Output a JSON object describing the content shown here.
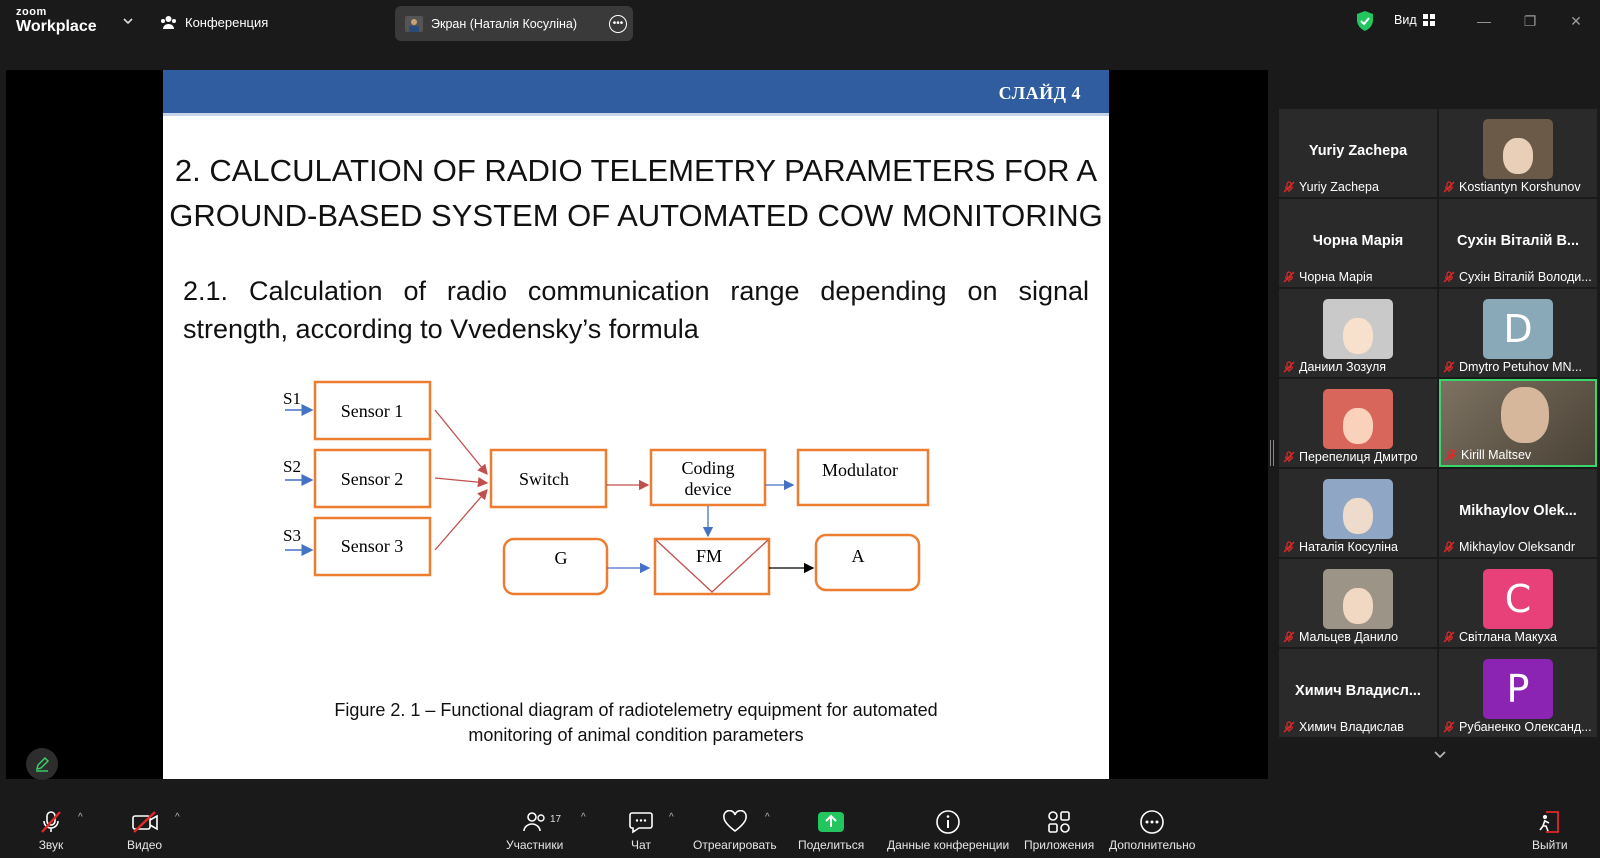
{
  "app": {
    "logo_top": "zoom",
    "logo_bottom": "Workplace",
    "meeting_label": "Конференция",
    "share_label": "Экран (Наталія Косуліна)",
    "view_label": "Вид"
  },
  "slide": {
    "number": "СЛАЙД 4",
    "title_line1": "2. CALCULATION OF RADIO TELEMETRY PARAMETERS FOR A",
    "title_line2": "GROUND-BASED SYSTEM OF AUTOMATED COW MONITORING",
    "subtitle": "2.1. Calculation of radio communication range depending on signal strength, according to Vvedensky’s formula",
    "caption_line1": "Figure 2. 1 – Functional diagram of radiotelemetry equipment for automated",
    "caption_line2": "monitoring of animal condition parameters",
    "diagram": {
      "inputs": [
        "S1",
        "S2",
        "S3"
      ],
      "sensors": [
        "Sensor 1",
        "Sensor 2",
        "Sensor 3"
      ],
      "switch": "Switch",
      "coding_line1": "Coding",
      "coding_line2": "device",
      "modulator": "Modulator",
      "g": "G",
      "fm": "FM",
      "a": "A"
    }
  },
  "participants": [
    {
      "tile_name": "Yuriy Zachepa",
      "label": "Yuriy Zachepa",
      "kind": "name"
    },
    {
      "tile_name": "",
      "label": "Kostiantyn Korshunov",
      "kind": "photo",
      "color": "#6b5a48"
    },
    {
      "tile_name": "Чорна Марія",
      "label": "Чорна Марія",
      "kind": "name"
    },
    {
      "tile_name": "Сухін Віталій В...",
      "label": "Сухін Віталій Володи...",
      "kind": "name"
    },
    {
      "tile_name": "",
      "label": "Даниил Зозуля",
      "kind": "photo",
      "color": "#c9c9c9"
    },
    {
      "tile_name": "",
      "label": "Dmytro Petuhov MN...",
      "kind": "letter",
      "letter": "D",
      "color": "#8aa9b8"
    },
    {
      "tile_name": "",
      "label": "Перепелиця Дмитро",
      "kind": "photo",
      "color": "#d9665a"
    },
    {
      "tile_name": "",
      "label": "Kirill Maltsev",
      "kind": "video",
      "color": "#7d7262"
    },
    {
      "tile_name": "",
      "label": "Наталія Косуліна",
      "kind": "photo",
      "color": "#8fa7c4"
    },
    {
      "tile_name": "Mikhaylov Olek...",
      "label": "Mikhaylov Oleksandr",
      "kind": "name"
    },
    {
      "tile_name": "",
      "label": "Мальцев Данило",
      "kind": "photo",
      "color": "#9c9486"
    },
    {
      "tile_name": "",
      "label": "Світлана Макуха",
      "kind": "letter",
      "letter": "C",
      "color": "#e8417a"
    },
    {
      "tile_name": "Химич Владисл...",
      "label": "Химич Владислав",
      "kind": "name"
    },
    {
      "tile_name": "",
      "label": "Рубаненко Олександ...",
      "kind": "letter",
      "letter": "P",
      "color": "#8b23b3"
    }
  ],
  "toolbar": {
    "audio": "Звук",
    "video": "Видео",
    "participants": "Участники",
    "participants_count": "17",
    "chat": "Чат",
    "react": "Отреагировать",
    "share": "Поделиться",
    "info": "Данные конференции",
    "apps": "Приложения",
    "more": "Дополнительно",
    "leave": "Выйти"
  },
  "colors": {
    "accent_green": "#22c55e",
    "slide_header": "#2f5da0",
    "diagram_box": "#ed7d31",
    "arrow_red": "#c0504d",
    "arrow_blue": "#4472c4"
  }
}
